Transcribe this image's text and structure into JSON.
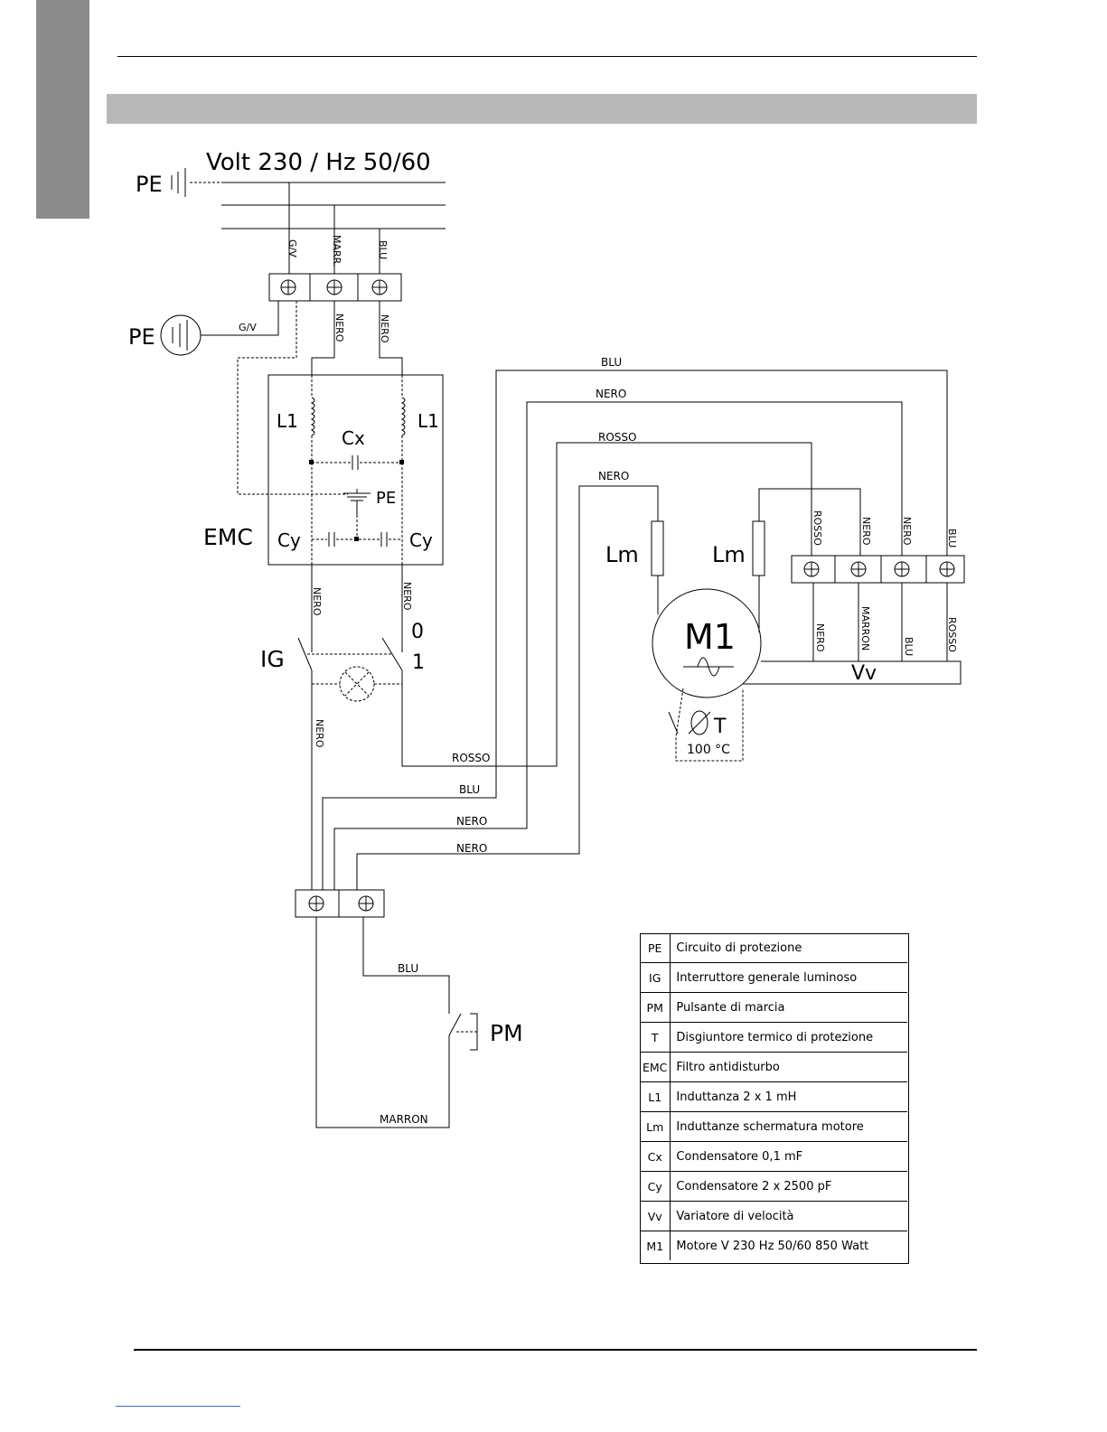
{
  "supply": {
    "voltage_label": "Volt 230 / Hz 50/60",
    "pe_label": "PE",
    "pe_ground_label": "PE"
  },
  "wires": {
    "gv": "G/V",
    "marr": "MARR.",
    "blu": "BLU",
    "nero": "NERO",
    "rosso": "ROSSO",
    "marron": "MARRON"
  },
  "emc": {
    "label": "EMC",
    "l1": "L1",
    "cx": "Cx",
    "cy": "Cy",
    "pe": "PE"
  },
  "switch": {
    "label": "IG",
    "pos0": "0",
    "pos1": "1"
  },
  "motor": {
    "label": "M1",
    "lm": "Lm",
    "vv": "Vv",
    "thermal": "T",
    "thermal_temp": "100 °C"
  },
  "button": {
    "label": "PM"
  },
  "legend": [
    {
      "code": "PE",
      "text": "Circuito di protezione"
    },
    {
      "code": "IG",
      "text": "Interruttore generale luminoso"
    },
    {
      "code": "PM",
      "text": "Pulsante di marcia"
    },
    {
      "code": "T",
      "text": "Disgiuntore termico di protezione"
    },
    {
      "code": "EMC",
      "text": "Filtro antidisturbo"
    },
    {
      "code": "L1",
      "text": "Induttanza 2 x 1 mH"
    },
    {
      "code": "Lm",
      "text": "Induttanze schermatura motore"
    },
    {
      "code": "Cx",
      "text": "Condensatore 0,1 mF"
    },
    {
      "code": "Cy",
      "text": "Condensatore 2 x 2500 pF"
    },
    {
      "code": "Vv",
      "text": "Variatore di velocità"
    },
    {
      "code": "M1",
      "text": "Motore V 230 Hz 50/60  850 Watt"
    }
  ]
}
